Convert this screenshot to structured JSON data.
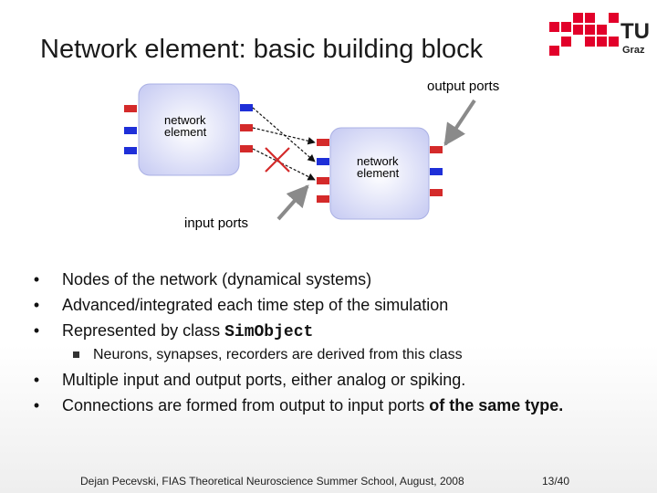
{
  "slide": {
    "title": "Network element: basic building block",
    "logo_text": "TU",
    "logo_sub": "Graz"
  },
  "diagram": {
    "left_box_label": [
      "network",
      "element"
    ],
    "right_box_label": [
      "network",
      "element"
    ],
    "output_ports_label": "output ports",
    "input_ports_label": "input ports",
    "colors": {
      "port_red": "#d42a2a",
      "port_blue": "#1e2fd8",
      "box_fill": "#d9dcf6",
      "cross": "#d42a2a"
    }
  },
  "bullets": [
    {
      "text": "Nodes of the network (dynamical systems)"
    },
    {
      "text": "Advanced/integrated each time step of the simulation"
    },
    {
      "prefix": "Represented by class ",
      "code": "SimObject"
    }
  ],
  "sub_bullet": "Neurons, synapses, recorders are derived from this class",
  "bullets2": [
    {
      "text": "Multiple input and output ports, either analog or spiking."
    },
    {
      "prefix": "Connections are formed from output to input ports ",
      "bold": "of the same type."
    }
  ],
  "footer": {
    "text": "Dejan Pecevski, FIAS Theoretical Neuroscience Summer School, August, 2008",
    "page": "13/40"
  }
}
